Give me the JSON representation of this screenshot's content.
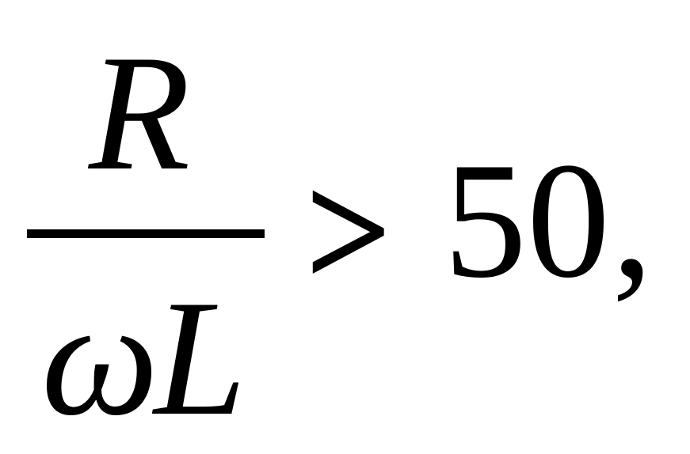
{
  "formula": {
    "numerator": "R",
    "denominator": "ωL",
    "relation": ">",
    "value": "50",
    "punctuation": ","
  },
  "colors": {
    "text": "#000000",
    "background": "#ffffff"
  }
}
